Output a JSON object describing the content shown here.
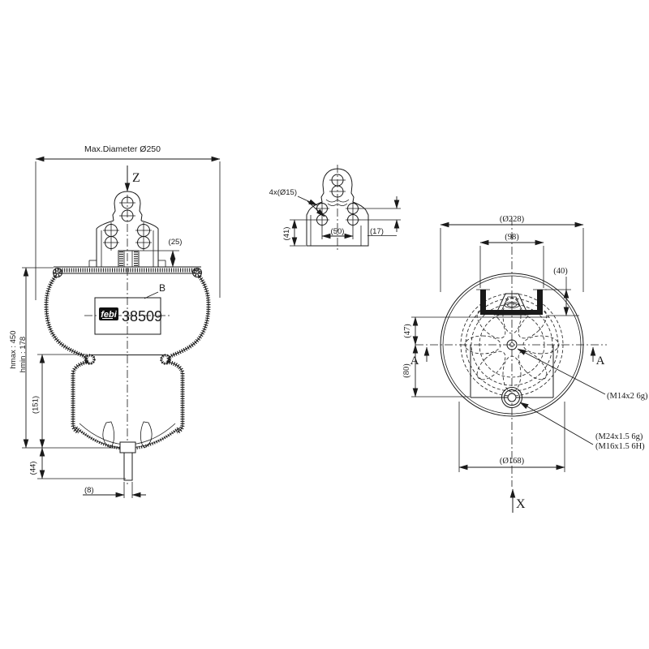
{
  "drawing": {
    "left_view": {
      "max_diameter": "Max.Diameter Ø250",
      "axis_z": "Z",
      "dim_boss_height": "(25)",
      "label_b": "B",
      "brand": "febi",
      "part_number": "38509",
      "dim_hmax": "hmax : 450",
      "dim_hmin": "hmin : 178",
      "dim_151": "(151)",
      "dim_44": "(44)",
      "dim_8": "(8)"
    },
    "bracket_view": {
      "holes_label": "4x(Ø15)",
      "dim_50": "(50)",
      "dim_41": "(41)",
      "dim_17": "(17)"
    },
    "top_view": {
      "dim_outer_diameter": "(Ø228)",
      "dim_98": "(98)",
      "dim_40": "(40)",
      "dim_47": "(47)",
      "dim_80": "(80)",
      "section_label_left": "A",
      "section_label_right": "A",
      "thread_center": "(M14x2 6g)",
      "thread_port_line1": "(M24x1.5 6g)",
      "thread_port_line2": "(M16x1.5 6H)",
      "dim_piston_diameter": "(Ø168)",
      "axis_x": "X"
    },
    "colors": {
      "line": "#1a1a1a",
      "background": "#ffffff",
      "logo_bg": "#111111",
      "logo_text": "#ffffff"
    }
  }
}
